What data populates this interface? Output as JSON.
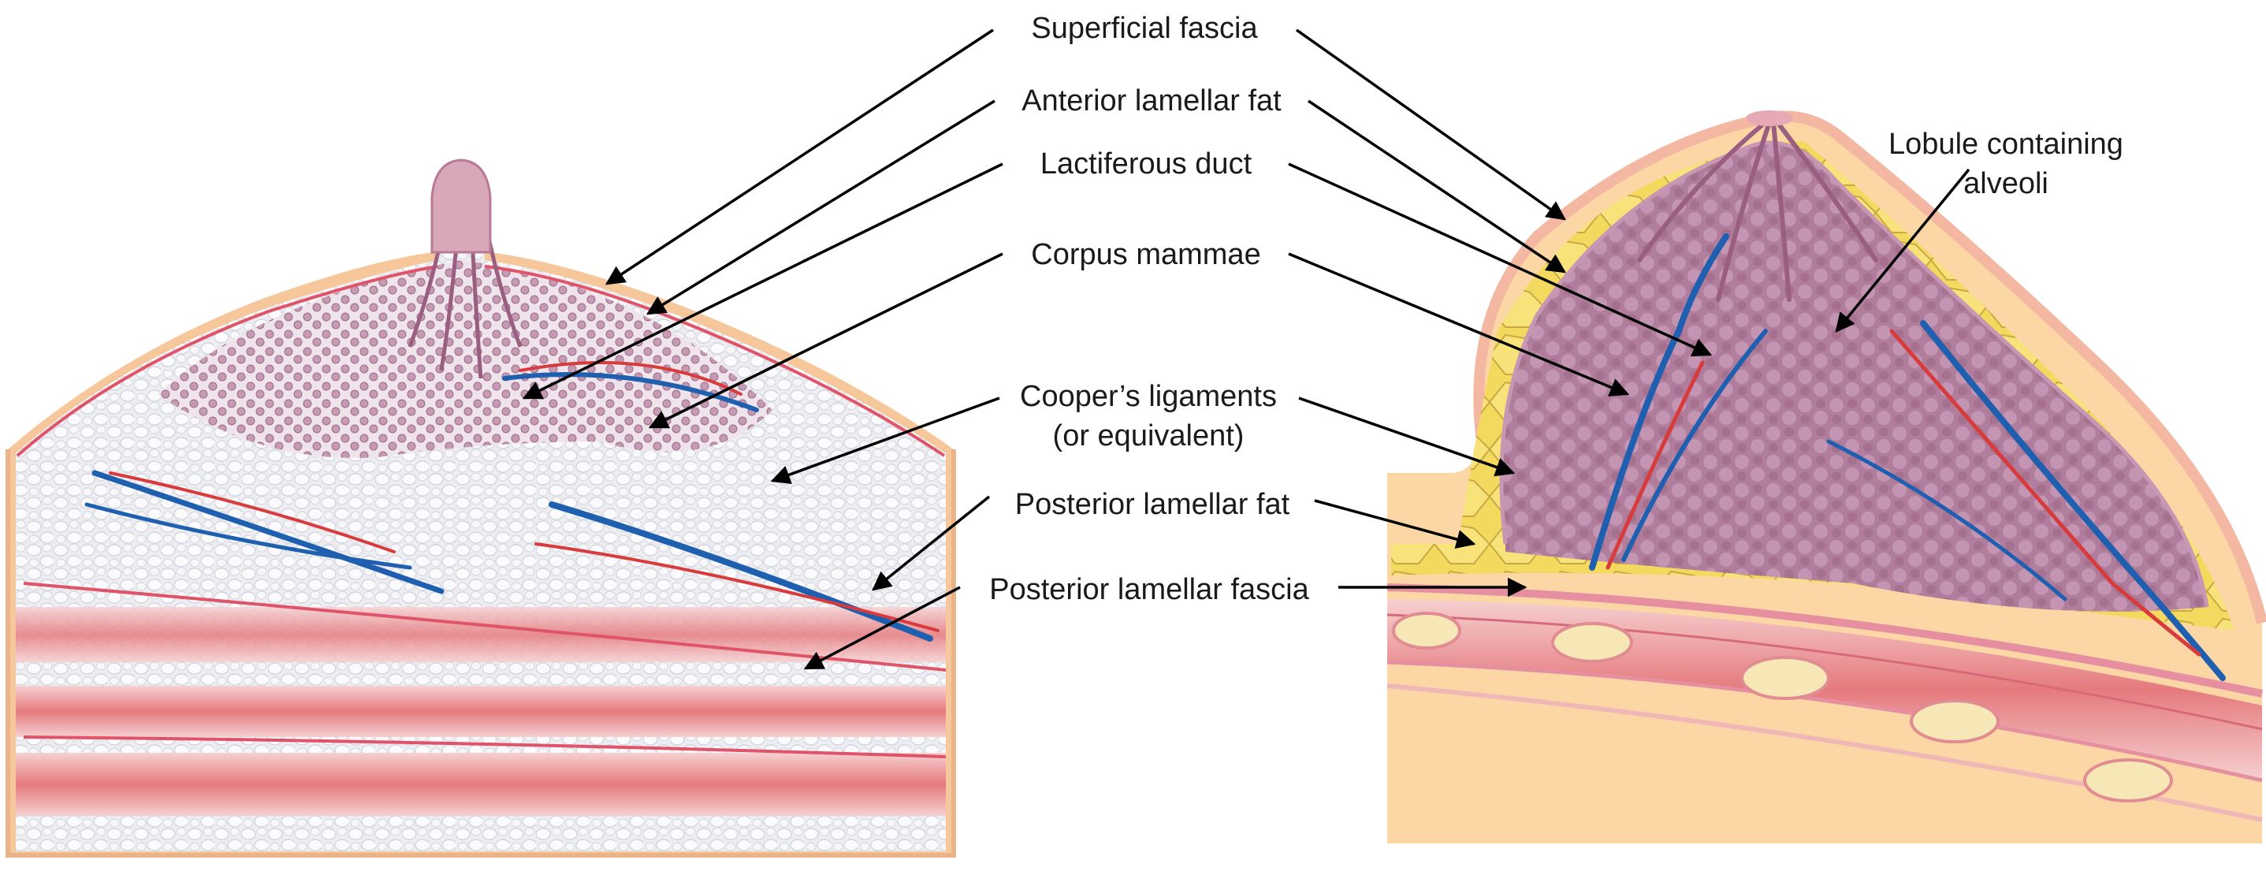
{
  "labels": {
    "superficial_fascia": "Superficial fascia",
    "anterior_lamellar_fat": "Anterior lamellar fat",
    "lactiferous_duct": "Lactiferous duct",
    "corpus_mammae": "Corpus mammae",
    "coopers_ligaments_line1": "Cooper’s ligaments",
    "coopers_ligaments_line2": "(or equivalent)",
    "posterior_lamellar_fat": "Posterior lamellar fat",
    "posterior_lamellar_fascia": "Posterior lamellar fascia",
    "lobule_line1": "Lobule containing",
    "lobule_line2": "alveoli"
  },
  "colors": {
    "skin": "#f6c79a",
    "skin_edge": "#f19b8f",
    "fascia_line": "#e0546a",
    "fat_white": "#f1f1f4",
    "fat_yellow": "#f5dc66",
    "gland": "#b98aa5",
    "muscle": "#e58d8d",
    "vein": "#1f5fb0",
    "artery": "#d73b3b",
    "arrow": "#000000"
  }
}
